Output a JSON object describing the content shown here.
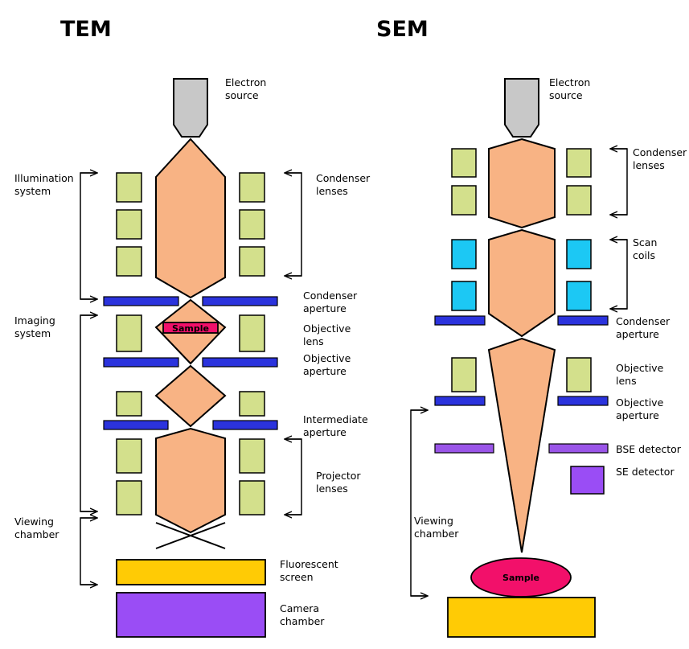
{
  "tem": {
    "title": "TEM",
    "labels": {
      "electron_source": [
        "Electron",
        "source"
      ],
      "condenser_lenses": [
        "Condenser",
        "lenses"
      ],
      "condenser_aperture": [
        "Condenser",
        "aperture"
      ],
      "objective_lens": [
        "Objective",
        "lens"
      ],
      "objective_aperture": [
        "Objective",
        "aperture"
      ],
      "intermediate_aperture": [
        "Intermediate",
        "aperture"
      ],
      "projector_lenses": [
        "Projector",
        "lenses"
      ],
      "fluorescent_screen": [
        "Fluorescent",
        "screen"
      ],
      "camera_chamber": [
        "Camera",
        "chamber"
      ],
      "illumination_system": [
        "Illumination",
        "system"
      ],
      "imaging_system": [
        "Imaging",
        "system"
      ],
      "viewing_chamber": [
        "Viewing",
        "chamber"
      ]
    },
    "sample_label": "Sample"
  },
  "sem": {
    "title": "SEM",
    "labels": {
      "electron_source": [
        "Electron",
        "source"
      ],
      "condenser_lenses": [
        "Condenser",
        "lenses"
      ],
      "scan_coils": [
        "Scan",
        "coils"
      ],
      "condenser_aperture": [
        "Condenser",
        "aperture"
      ],
      "objective_lens": [
        "Objective",
        "lens"
      ],
      "objective_aperture": [
        "Objective",
        "aperture"
      ],
      "bse_detector": [
        "BSE detector"
      ],
      "se_detector": [
        "SE detector"
      ],
      "viewing_chamber": [
        "Viewing",
        "chamber"
      ]
    },
    "sample_label": "Sample"
  },
  "colors": {
    "beam": "#f8b384",
    "source": "#c8c8c8",
    "lens": "#d3e08c",
    "scan_coil": "#1cc8f4",
    "aperture": "#2b33dd",
    "detector": "#9a4df5",
    "screen": "#ffcb05",
    "sample": "#f2106a"
  }
}
